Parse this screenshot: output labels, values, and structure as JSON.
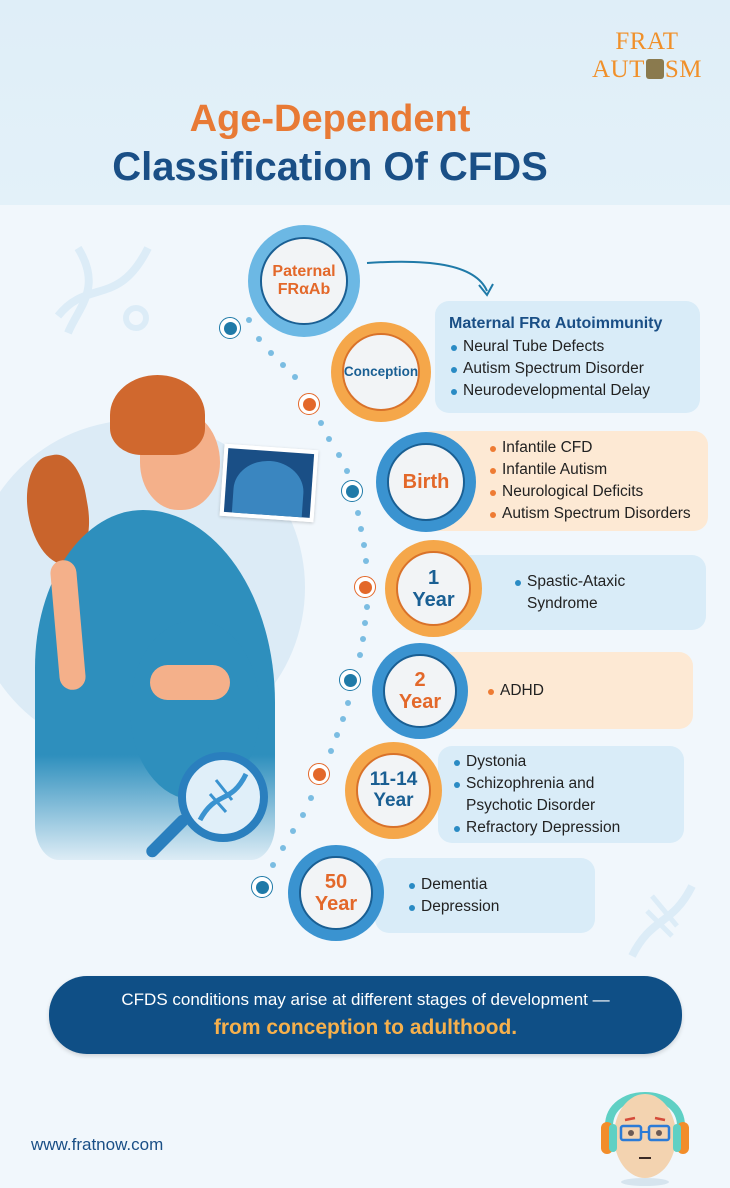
{
  "brand": {
    "line1": "FRAT",
    "line2_a": "AUT",
    "line2_b": "SM",
    "logo_color": "#f0902a"
  },
  "title": {
    "line1": "Age-Dependent",
    "line2": "Classification Of CFDS",
    "line1_color": "#e87a35",
    "line2_color": "#1a4f86"
  },
  "timeline": [
    {
      "stage": "Paternal FRαAb",
      "stage_lines": [
        "Paternal",
        "FRαAb"
      ],
      "ring": "light-blue",
      "text_color": "orange"
    },
    {
      "stage": "Conception",
      "stage_lines": [
        "Conception"
      ],
      "ring": "orange",
      "text_color": "blue",
      "card": {
        "heading": "Maternal FRα Autoimmunity",
        "items": [
          "Neural Tube Defects",
          "Autism Spectrum Disorder",
          "Neurodevelopmental Delay"
        ],
        "tint": "blue"
      }
    },
    {
      "stage": "Birth",
      "stage_lines": [
        "Birth"
      ],
      "ring": "blue",
      "text_color": "orange",
      "card": {
        "items": [
          "Infantile CFD",
          "Infantile Autism",
          "Neurological Deficits",
          "Autism Spectrum Disorders"
        ],
        "tint": "orange"
      }
    },
    {
      "stage": "1 Year",
      "stage_lines": [
        "1",
        "Year"
      ],
      "ring": "orange",
      "text_color": "blue",
      "card": {
        "items": [
          "Spastic-Ataxic Syndrome"
        ],
        "tint": "blue"
      }
    },
    {
      "stage": "2 Year",
      "stage_lines": [
        "2",
        "Year"
      ],
      "ring": "blue",
      "text_color": "orange",
      "card": {
        "items": [
          "ADHD"
        ],
        "tint": "orange"
      }
    },
    {
      "stage": "11-14 Year",
      "stage_lines": [
        "11-14",
        "Year"
      ],
      "ring": "orange",
      "text_color": "blue",
      "card": {
        "items": [
          "Dystonia",
          "Schizophrenia and Psychotic Disorder",
          "Refractory Depression"
        ],
        "tint": "blue"
      }
    },
    {
      "stage": "50 Year",
      "stage_lines": [
        "50",
        "Year"
      ],
      "ring": "blue",
      "text_color": "orange",
      "card": {
        "items": [
          "Dementia",
          "Depression"
        ],
        "tint": "blue"
      }
    }
  ],
  "banner": {
    "line1": "CFDS conditions may arise at different stages of development —",
    "line2": "from conception to adulthood."
  },
  "footer": {
    "url": "www.fratnow.com"
  },
  "icons": [
    "dna-icon",
    "magnifier-dna-icon",
    "ultrasound-photo-icon",
    "arrow-icon",
    "mascot-headphones-icon",
    "puzzle-piece-icon"
  ],
  "colors": {
    "navy": "#1a4f86",
    "orange": "#e87a35",
    "light_blue_card": "#d9ecf8",
    "peach_card": "#fde9d4",
    "banner": "#0f4f86",
    "banner_accent": "#f6b04c"
  }
}
